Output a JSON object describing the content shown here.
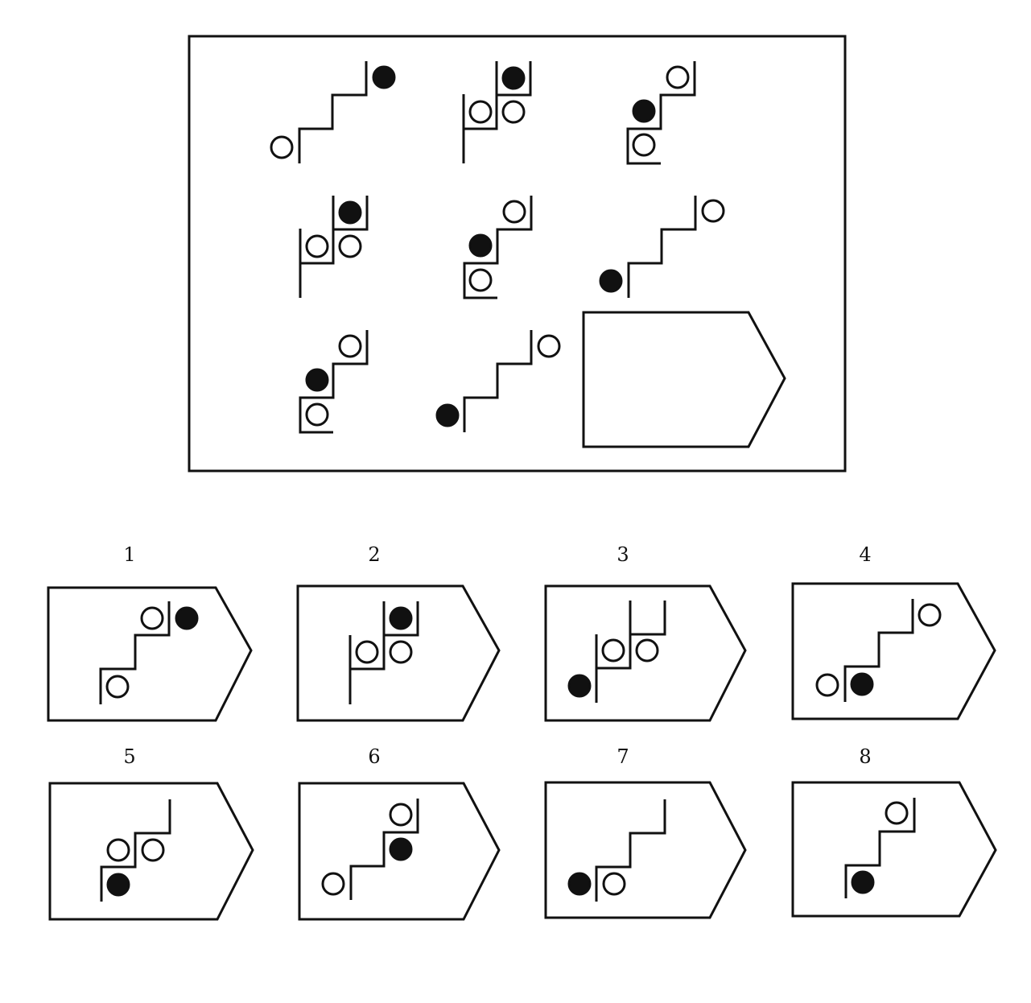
{
  "colors": {
    "ink": "#111111",
    "paper": "#ffffff"
  },
  "options": [
    {
      "number": "1",
      "label": "1"
    },
    {
      "number": "2",
      "label": "2"
    },
    {
      "number": "3",
      "label": "3"
    },
    {
      "number": "4",
      "label": "4"
    },
    {
      "number": "5",
      "label": "5"
    },
    {
      "number": "6",
      "label": "6"
    },
    {
      "number": "7",
      "label": "7"
    },
    {
      "number": "8",
      "label": "8"
    }
  ]
}
